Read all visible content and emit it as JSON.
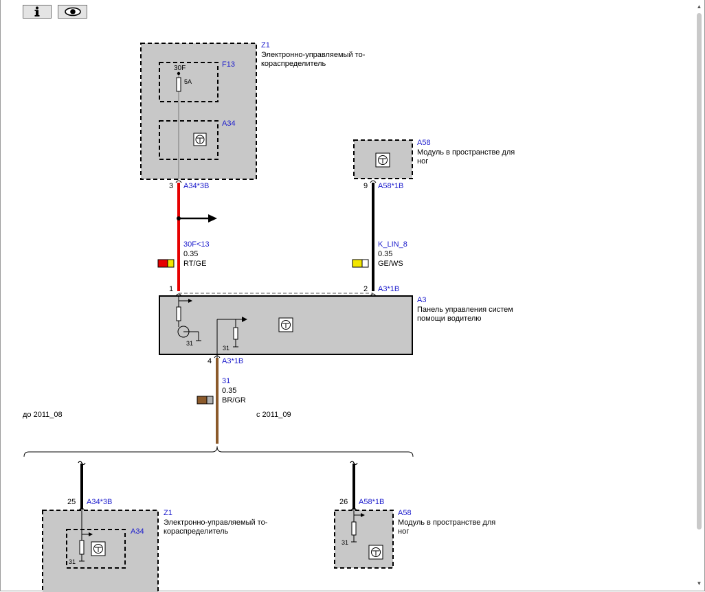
{
  "toolbar": {
    "info_icon": "info-icon",
    "view_icon": "eye-icon"
  },
  "colors": {
    "component_fill": "#c8c8c8",
    "wire_red": "#e60000",
    "wire_black": "#000000",
    "wire_brown": "#8b5a2b",
    "wire_yellow": "#f2e600",
    "reference_blue": "#1a1acc"
  },
  "components": {
    "z1_top": {
      "id": "Z1",
      "line1": "Электронно-управляемый то-",
      "line2": "кораспределитель"
    },
    "f13": {
      "id": "F13",
      "terminal": "30F",
      "rating": "5A"
    },
    "a34_top": {
      "id": "A34"
    },
    "a58_top": {
      "id": "A58",
      "line1": "Модуль в пространстве для",
      "line2": "ног"
    },
    "a3": {
      "id": "A3",
      "line1": "Панель управления систем",
      "line2": "помощи водителю",
      "ground": "31"
    },
    "z1_bottom": {
      "id": "Z1",
      "line1": "Электронно-управляемый то-",
      "line2": "кораспределитель",
      "ground": "31"
    },
    "a34_bottom": {
      "id": "A34"
    },
    "a58_bottom": {
      "id": "A58",
      "line1": "Модуль в пространстве для",
      "line2": "ног",
      "ground": "31"
    }
  },
  "pins": {
    "z1_pin": "3",
    "z1_connector": "A34*3B",
    "a58_pin": "9",
    "a58_connector": "A58*1B",
    "a3_pin1": "1",
    "a3_pin2": "2",
    "a3_connector_top": "A3*1B",
    "a3_pin4": "4",
    "a3_connector_bottom": "A3*1B",
    "z1b_pin": "25",
    "z1b_connector": "A34*3B",
    "a58b_pin": "26",
    "a58b_connector": "A58*1B"
  },
  "wires": {
    "red": {
      "signal": "30F<13",
      "size": "0.35",
      "color": "RT/GE"
    },
    "black": {
      "signal": "K_LIN_8",
      "size": "0.35",
      "color": "GE/WS"
    },
    "brown": {
      "signal": "31",
      "size": "0.35",
      "color": "BR/GR"
    }
  },
  "variants": {
    "before": "до 2011_08",
    "after": "с 2011_09"
  }
}
